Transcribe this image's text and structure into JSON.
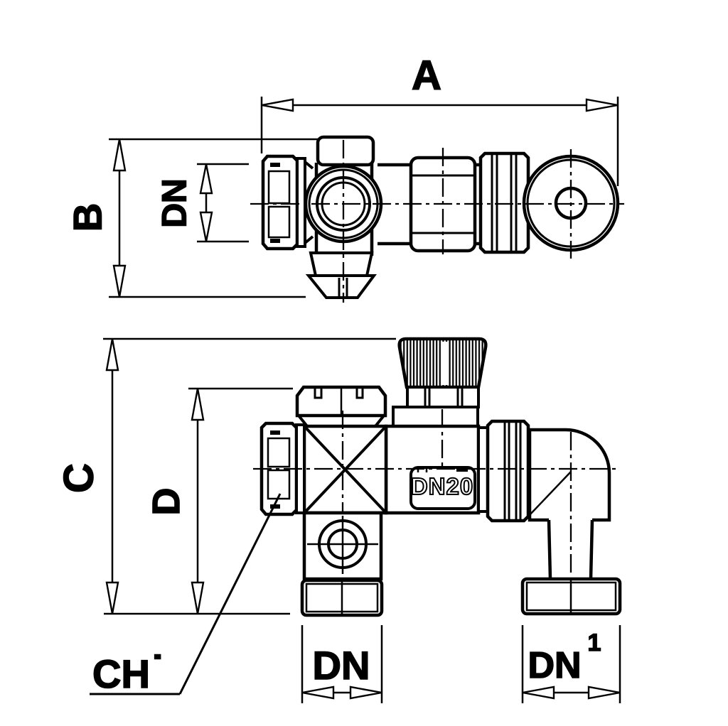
{
  "drawing": {
    "background": "#ffffff",
    "line_color": "#000000",
    "labels": {
      "dim_a": "A",
      "dim_b": "B",
      "dim_dn_side": "DN",
      "dim_c": "C",
      "dim_d": "D",
      "wrench_label": "CH",
      "wrench_mark": "˙",
      "dim_dn_bottom": "DN",
      "dim_dn1_base": "DN",
      "dim_dn1_sup": "1",
      "body_tag": "DN20"
    }
  }
}
